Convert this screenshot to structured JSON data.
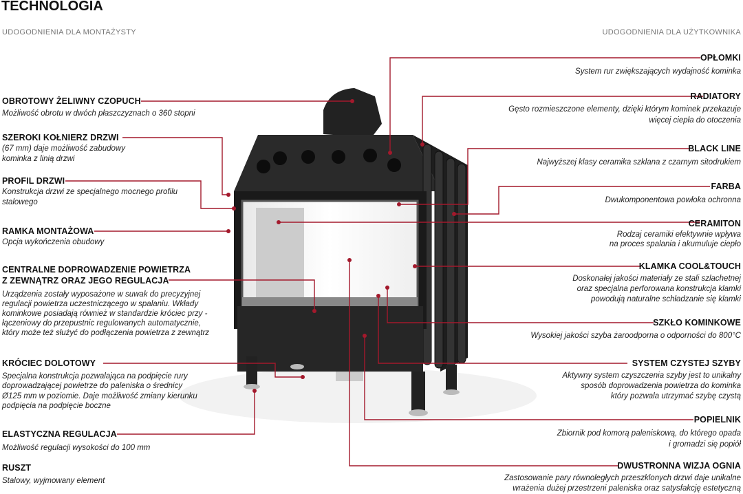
{
  "title": "TECHNOLOGIA",
  "left_header": "UDOGODNIENIA DLA MONTAŻYSTY",
  "right_header": "UDOGODNIENIA DLA UŻYTKOWNIKA",
  "accent": "#a3192c",
  "left": [
    {
      "h": [
        "OBROTOWY ŻELIWNY CZOPUCH"
      ],
      "d": [
        "Możliwość obrotu w dwóch płaszczyznach o 360 stopni"
      ]
    },
    {
      "h": [
        "SZEROKI KOŁNIERZ DRZWI"
      ],
      "d": [
        "(67 mm) daje możliwość zabudowy",
        "kominka z linią drzwi"
      ]
    },
    {
      "h": [
        "PROFIL DRZWI"
      ],
      "d": [
        "Konstrukcja drzwi ze specjalnego mocnego profilu",
        "stalowego"
      ]
    },
    {
      "h": [
        "RAMKA MONTAŻOWA"
      ],
      "d": [
        "Opcja wykończenia obudowy"
      ]
    },
    {
      "h": [
        "CENTRALNE DOPROWADZENIE POWIETRZA",
        "Z ZEWNĄTRZ ORAZ JEGO REGULACJA"
      ],
      "d": [
        "Urządzenia zostały wyposażone w suwak do precyzyjnej",
        "regulacji powietrza uczestniczącego w spalaniu. Wkłady",
        "kominkowe posiadają również w standardzie króciec przy -",
        "łączeniowy do przepustnic regulowanych automatycznie,",
        "który może też służyć do podłączenia powietrza z zewnątrz"
      ]
    },
    {
      "h": [
        "KRÓCIEC DOLOTOWY"
      ],
      "d": [
        "Specjalna konstrukcja pozwalająca na podpięcie rury",
        "doprowadzającej powietrze do paleniska o średnicy",
        "Ø125 mm w poziomie. Daje możliwość zmiany kierunku",
        "podpięcia na podpięcie boczne"
      ]
    },
    {
      "h": [
        "ELASTYCZNA REGULACJA"
      ],
      "d": [
        "Możliwość regulacji wysokości do 100 mm"
      ]
    },
    {
      "h": [
        "RUSZT"
      ],
      "d": [
        "Stalowy, wyjmowany element"
      ]
    }
  ],
  "right": [
    {
      "h": [
        "OPŁOMKI"
      ],
      "d": [
        "System rur zwiększających wydajność kominka"
      ]
    },
    {
      "h": [
        "RADIATORY"
      ],
      "d": [
        "Gęsto rozmieszczone elementy, dzięki którym kominek przekazuje",
        "więcej ciepła do otoczenia"
      ]
    },
    {
      "h": [
        "BLACK LINE"
      ],
      "d": [
        "Najwyższej klasy ceramika szklana z czarnym sitodrukiem"
      ]
    },
    {
      "h": [
        "FARBA"
      ],
      "d": [
        "Dwukomponentowa powłoka ochronna"
      ]
    },
    {
      "h": [
        "CERAMITON"
      ],
      "d": [
        "Rodzaj ceramiki efektywnie wpływa",
        "na proces spalania i akumuluje ciepło"
      ]
    },
    {
      "h": [
        "KLAMKA COOL&TOUCH"
      ],
      "d": [
        "Doskonałej jakości materiały ze stali szlachetnej",
        "oraz specjalna perforowana konstrukcja klamki",
        "powodują naturalne schładzanie się klamki"
      ]
    },
    {
      "h": [
        "SZKŁO KOMINKOWE"
      ],
      "d": [
        "Wysokiej jakości szyba żaroodporna o odporności do 800°C"
      ]
    },
    {
      "h": [
        "SYSTEM CZYSTEJ SZYBY"
      ],
      "d": [
        "Aktywny system czyszczenia szyby jest to unikalny",
        "sposób doprowadzenia powietrza do kominka",
        "który pozwala utrzymać szybę czystą"
      ]
    },
    {
      "h": [
        "POPIELNIK"
      ],
      "d": [
        "Zbiornik pod komorą paleniskową, do którego opada",
        "i gromadzi się popiół"
      ]
    },
    {
      "h": [
        "DWUSTRONNA WIZJA OGNIA"
      ],
      "d": [
        "Zastosowanie pary równoległych przeszklonych drzwi daje unikalne",
        "wrażenia dużej przestrzeni paleniska oraz satysfakcję estetyczną"
      ]
    }
  ]
}
